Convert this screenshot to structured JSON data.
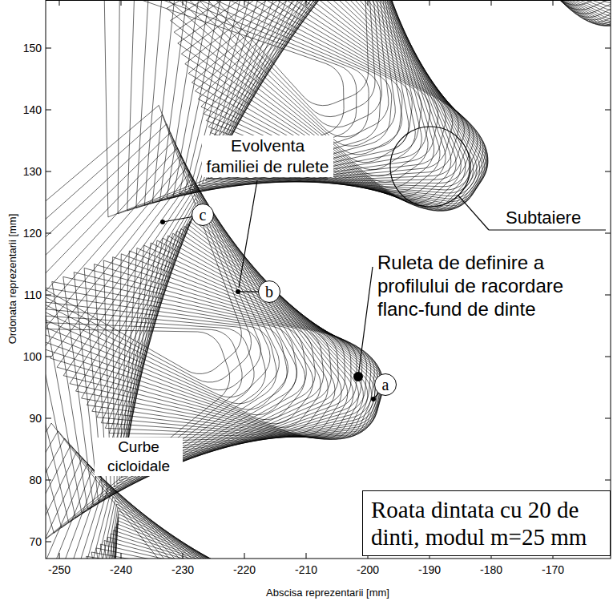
{
  "diagram": {
    "nodes": [
      {
        "text": [
          "c"
        ]
      },
      {
        "text": [
          "b"
        ]
      },
      {
        "text": [
          "a"
        ]
      },
      {
        "text": [
          "Roata dintata cu 20 de dinti, modul m=25 mm"
        ]
      }
    ],
    "labels": [
      "Evolventa familiei de rulete",
      "Subtaiere",
      "Ruleta de definire a profilului de racordare flanc-fund de dinte",
      "Curbe cicloidale",
      "Ordonata reprezentarii [mm]",
      "Abscisa reprezentarii [mm]",
      "-250",
      "-240",
      "-230",
      "-220",
      "-210",
      "-200",
      "-190",
      "-180",
      "-170",
      "70",
      "80",
      "90",
      "100",
      "110",
      "120",
      "130",
      "140",
      "150"
    ]
  }
}
